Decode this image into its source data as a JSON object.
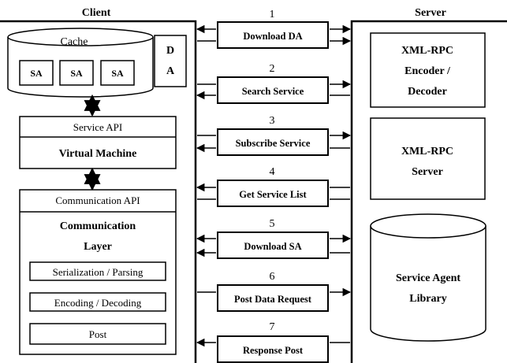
{
  "client": {
    "title": "Client",
    "cache": {
      "label": "Cache",
      "items": [
        "SA",
        "SA",
        "SA"
      ]
    },
    "da": {
      "line1": "D",
      "line2": "A"
    },
    "service_api": "Service API",
    "virtual_machine": "Virtual Machine",
    "communication_api": "Communication API",
    "communication_layer": {
      "line1": "Communication",
      "line2": "Layer"
    },
    "sublayers": [
      "Serialization / Parsing",
      "Encoding / Decoding",
      "Post"
    ]
  },
  "server": {
    "title": "Server",
    "encoder": {
      "line1": "XML-RPC",
      "line2": "Encoder /",
      "line3": "Decoder"
    },
    "rpc_server": {
      "line1": "XML-RPC",
      "line2": "Server"
    },
    "library": {
      "line1": "Service Agent",
      "line2": "Library"
    }
  },
  "messages": [
    {
      "number": "1",
      "label": "Download DA"
    },
    {
      "number": "2",
      "label": "Search Service"
    },
    {
      "number": "3",
      "label": "Subscribe Service"
    },
    {
      "number": "4",
      "label": "Get Service List"
    },
    {
      "number": "5",
      "label": "Download SA"
    },
    {
      "number": "6",
      "label": "Post Data Request"
    },
    {
      "number": "7",
      "label": "Response Post"
    }
  ]
}
